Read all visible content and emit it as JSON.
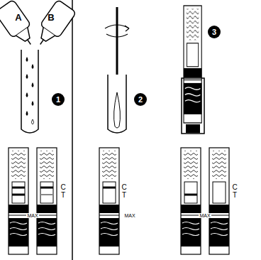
{
  "diagram": {
    "labels": [
      "A",
      "B",
      "1",
      "2",
      "3",
      "C",
      "T",
      "MAX",
      "C",
      "T",
      "MAX",
      "C",
      "T",
      "MAX"
    ]
  }
}
